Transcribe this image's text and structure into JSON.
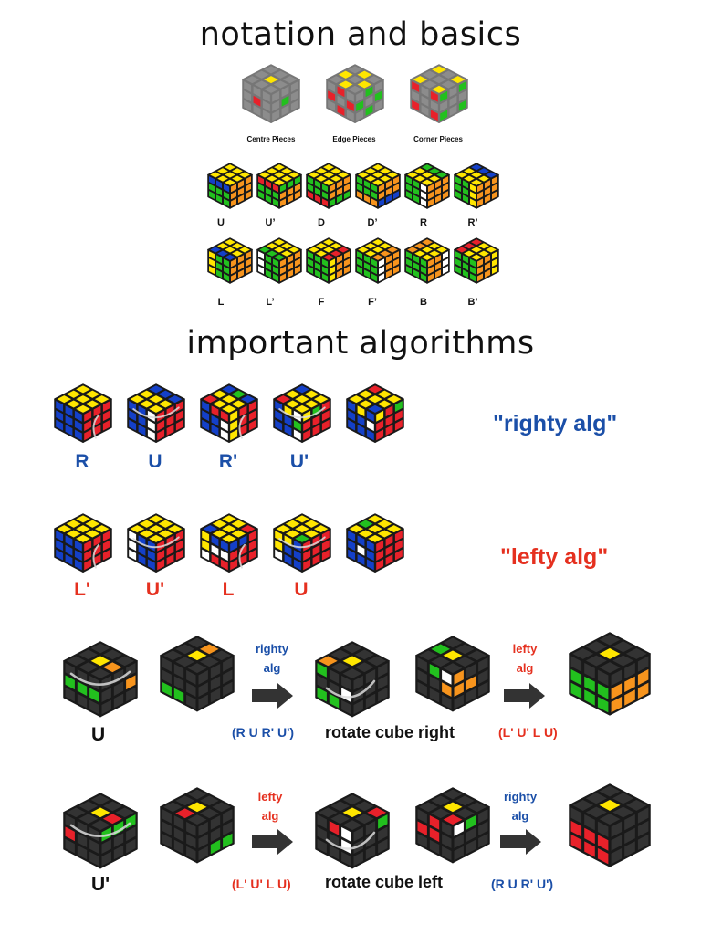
{
  "titles": {
    "notation": "notation and basics",
    "algorithms": "important algorithms"
  },
  "pieces": {
    "labels": [
      "Centre Pieces",
      "Edge Pieces",
      "Corner Pieces"
    ]
  },
  "notation_moves": {
    "row1": [
      "U",
      "U’",
      "D",
      "D’",
      "R",
      "R’"
    ],
    "row2": [
      "L",
      "L’",
      "F",
      "F’",
      "B",
      "B’"
    ]
  },
  "righty": {
    "moves": [
      "R",
      "U",
      "R'",
      "U'"
    ],
    "name": "\"righty alg\""
  },
  "lefty": {
    "moves": [
      "L'",
      "U'",
      "L",
      "U"
    ],
    "name": "\"lefty alg\""
  },
  "case_u": {
    "label": "U",
    "arrow1": {
      "line1": "righty",
      "line2": "alg"
    },
    "seq1": "(R U R' U')",
    "rotate": "rotate cube right",
    "arrow2": {
      "line1": "lefty",
      "line2": "alg"
    },
    "seq2": "(L' U' L U)"
  },
  "case_uprime": {
    "label": "U'",
    "arrow1": {
      "line1": "lefty",
      "line2": "alg"
    },
    "seq1": "(L' U' L U)",
    "rotate": "rotate cube left",
    "arrow2": {
      "line1": "righty",
      "line2": "alg"
    },
    "seq2": "(R U R' U')"
  },
  "colors": {
    "yellow": "#ffe600",
    "red": "#e8212a",
    "blue": "#1440c8",
    "green": "#22c01e",
    "orange": "#f7941d",
    "white": "#ffffff",
    "gray": "#8c8c8c",
    "dark": "#333333",
    "label_blue": "#1b4fa8",
    "label_red": "#e5301f"
  }
}
